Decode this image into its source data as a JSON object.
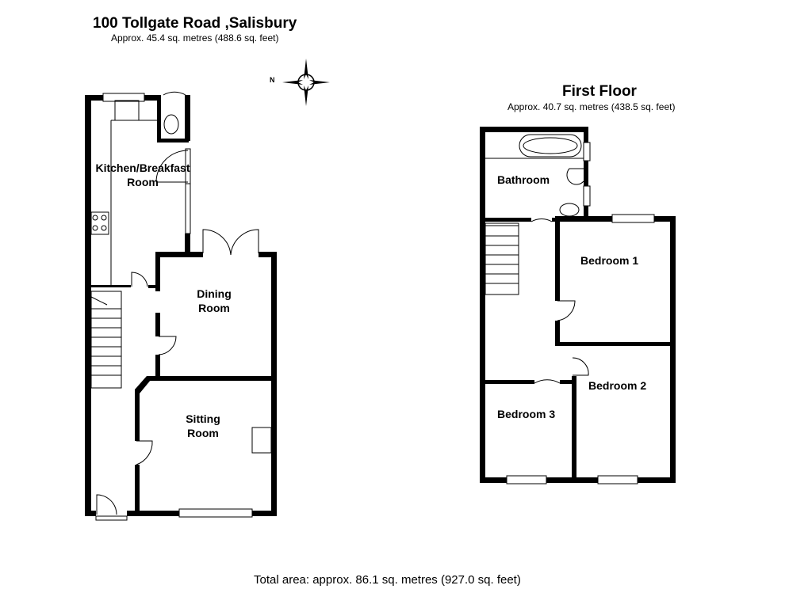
{
  "ground_floor": {
    "title": "100 Tollgate Road ,Salisbury",
    "area": "Approx.  45.4 sq. metres (488.6 sq. feet)",
    "rooms": [
      {
        "line1": "Kitchen/Breakfast",
        "line2": "Room"
      },
      {
        "line1": "Dining",
        "line2": "Room"
      },
      {
        "line1": "Sitting",
        "line2": "Room"
      }
    ]
  },
  "first_floor": {
    "title": "First Floor",
    "area": "Approx.  40.7 sq. metres (438.5 sq. feet)",
    "rooms": [
      "Bathroom",
      "Bedroom 1",
      "Bedroom 2",
      "Bedroom 3"
    ]
  },
  "compass": {
    "label": "N"
  },
  "total_area": "Total area: approx. 86.1 sq. metres (927.0 sq. feet)"
}
